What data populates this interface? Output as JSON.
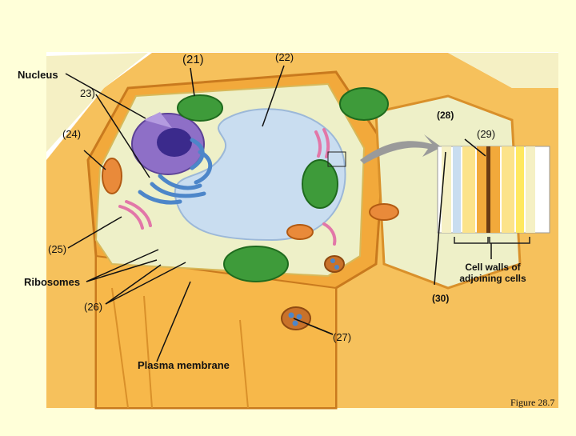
{
  "labels": {
    "l21": "(21)",
    "l22": "(22)",
    "nucleus": "Nucleus",
    "l23": "23)",
    "l24": "(24)",
    "l25": "(25)",
    "l26": "(26)",
    "l27": "(27)",
    "l28": "(28)",
    "l29": "(29)",
    "l30": "(30)",
    "ribosomes": "Ribosomes",
    "plasma_membrane": "Plasma membrane",
    "cell_walls": "Cell walls of adjoining cells",
    "figure": "Figure 28.7"
  },
  "colors": {
    "background": "#FFFFD9",
    "panel": "#FFFFFF",
    "cell_wall": "#F2A93B",
    "cytoplasm": "#EEF0C8",
    "vacuole": "#C9DDF0",
    "nucleus": "#8E6FC7",
    "chloroplast": "#3E9B3A",
    "mitochondria": "#E98A3A",
    "golgi": "#E277A8",
    "er": "#4D86C9"
  }
}
